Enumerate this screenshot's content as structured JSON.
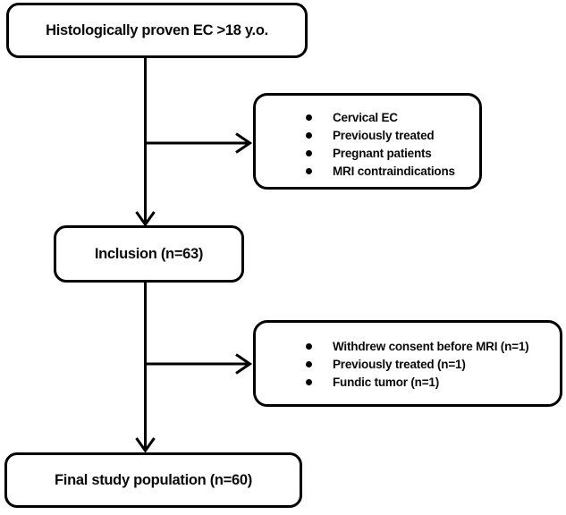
{
  "page": {
    "background_color": "#ffffff",
    "ink_color": "#000000"
  },
  "flowchart": {
    "top_box": {
      "label": "Histologically proven EC >18 y.o."
    },
    "exclusion_box_1": {
      "items": [
        "Cervical EC",
        "Previously treated",
        "Pregnant patients",
        "MRI contraindications"
      ]
    },
    "inclusion_box": {
      "label": "Inclusion (n=63)"
    },
    "exclusion_box_2": {
      "items": [
        "Withdrew consent before MRI (n=1)",
        "Previously treated (n=1)",
        "Fundic tumor (n=1)"
      ]
    },
    "final_box": {
      "label": "Final study population (n=60)"
    }
  }
}
